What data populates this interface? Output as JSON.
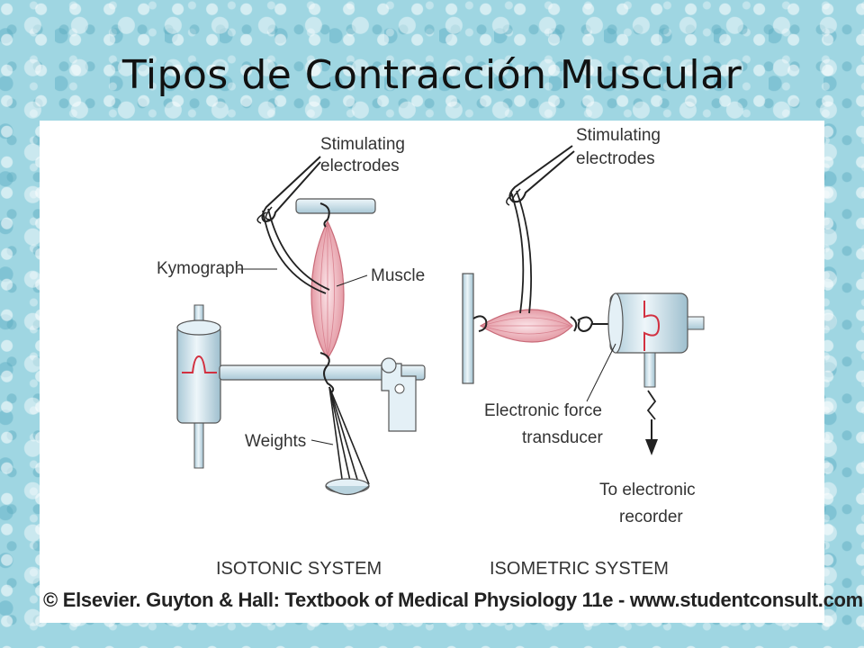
{
  "slide": {
    "title": "Tipos de Contracción Muscular"
  },
  "figure": {
    "isotonic": {
      "caption": "ISOTONIC SYSTEM",
      "labels": {
        "stimulating": "Stimulating",
        "electrodes": "electrodes",
        "kymograph": "Kymograph",
        "muscle": "Muscle",
        "weights": "Weights"
      }
    },
    "isometric": {
      "caption": "ISOMETRIC SYSTEM",
      "labels": {
        "stimulating": "Stimulating",
        "electrodes": "electrodes",
        "force_line1": "Electronic force",
        "force_line2": "transducer",
        "recorder_line1": "To electronic",
        "recorder_line2": "recorder"
      }
    },
    "credit": "© Elsevier. Guyton & Hall: Textbook of Medical Physiology 11e - www.studentconsult.com",
    "colors": {
      "muscle": "#e8a0aa",
      "trace": "#d23040",
      "apparatus": "#cfe3ec",
      "line": "#222222"
    }
  }
}
